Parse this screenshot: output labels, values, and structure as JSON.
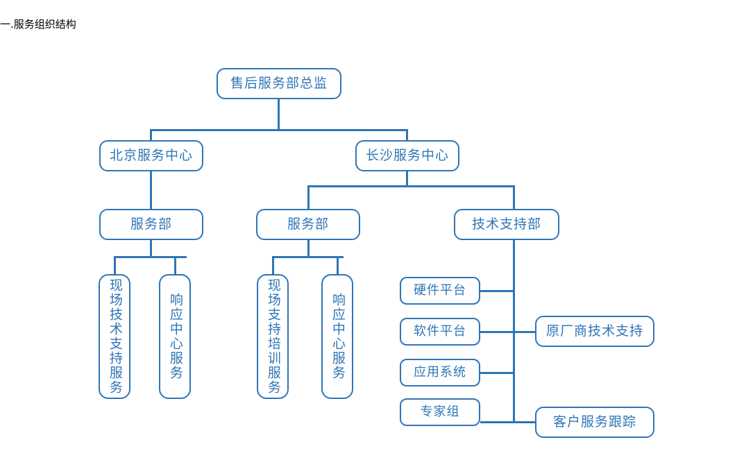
{
  "document": {
    "title": "一.服务组织结构",
    "accent_color": "#2E75B6",
    "background_color": "#FFFFFF",
    "text_color": "#000000"
  },
  "chart_data": {
    "type": "diagram",
    "subtype": "organization-chart",
    "title": "一.服务组织结构",
    "orientation": "top-down",
    "nodes": [
      {
        "id": "n1",
        "label": "售后服务部总监",
        "level": 1,
        "text_direction": "horizontal"
      },
      {
        "id": "n2",
        "label": "北京服务中心",
        "level": 2,
        "text_direction": "horizontal"
      },
      {
        "id": "n3",
        "label": "长沙服务中心",
        "level": 2,
        "text_direction": "horizontal"
      },
      {
        "id": "n4",
        "label": "服务部",
        "level": 3,
        "text_direction": "horizontal"
      },
      {
        "id": "n5",
        "label": "服务部",
        "level": 3,
        "text_direction": "horizontal"
      },
      {
        "id": "n6",
        "label": "技术支持部",
        "level": 3,
        "text_direction": "horizontal"
      },
      {
        "id": "n7",
        "label": "现场技术支持服务",
        "level": 4,
        "text_direction": "vertical"
      },
      {
        "id": "n8",
        "label": "响应中心服务",
        "level": 4,
        "text_direction": "vertical"
      },
      {
        "id": "n9",
        "label": "现场支持培训服务",
        "level": 4,
        "text_direction": "vertical"
      },
      {
        "id": "n10",
        "label": "响应中心服务",
        "level": 4,
        "text_direction": "vertical"
      },
      {
        "id": "n11",
        "label": "硬件平台",
        "level": 4,
        "text_direction": "horizontal"
      },
      {
        "id": "n12",
        "label": "软件平台",
        "level": 4,
        "text_direction": "horizontal"
      },
      {
        "id": "n13",
        "label": "应用系统",
        "level": 4,
        "text_direction": "horizontal"
      },
      {
        "id": "n14",
        "label": "专家组",
        "level": 4,
        "text_direction": "horizontal"
      },
      {
        "id": "n15",
        "label": "原厂商技术支持",
        "level": 4,
        "text_direction": "horizontal"
      },
      {
        "id": "n16",
        "label": "客户服务跟踪",
        "level": 4,
        "text_direction": "horizontal"
      }
    ],
    "edges": [
      {
        "from": "n1",
        "to": "n2"
      },
      {
        "from": "n1",
        "to": "n3"
      },
      {
        "from": "n2",
        "to": "n4"
      },
      {
        "from": "n3",
        "to": "n5"
      },
      {
        "from": "n3",
        "to": "n6"
      },
      {
        "from": "n4",
        "to": "n7"
      },
      {
        "from": "n4",
        "to": "n8"
      },
      {
        "from": "n5",
        "to": "n9"
      },
      {
        "from": "n5",
        "to": "n10"
      },
      {
        "from": "n6",
        "to": "n11"
      },
      {
        "from": "n6",
        "to": "n12"
      },
      {
        "from": "n6",
        "to": "n13"
      },
      {
        "from": "n6",
        "to": "n14"
      },
      {
        "from": "n6",
        "to": "n15"
      },
      {
        "from": "n6",
        "to": "n16"
      }
    ]
  },
  "nodes": {
    "director": {
      "label": "售后服务部总监"
    },
    "beijing_center": {
      "label": "北京服务中心"
    },
    "changsha_center": {
      "label": "长沙服务中心"
    },
    "beijing_service_dept": {
      "label": "服务部"
    },
    "changsha_service_dept": {
      "label": "服务部"
    },
    "tech_support_dept": {
      "label": "技术支持部"
    },
    "bj_field_tech": {
      "label": "现场技术支持服务"
    },
    "bj_response_center": {
      "label": "响应中心服务"
    },
    "cs_field_training": {
      "label": "现场支持培训服务"
    },
    "cs_response_center": {
      "label": "响应中心服务"
    },
    "hardware_platform": {
      "label": "硬件平台"
    },
    "software_platform": {
      "label": "软件平台"
    },
    "application_system": {
      "label": "应用系统"
    },
    "expert_group": {
      "label": "专家组"
    },
    "oem_tech_support": {
      "label": "原厂商技术支持"
    },
    "customer_tracking": {
      "label": "客户服务跟踪"
    }
  }
}
